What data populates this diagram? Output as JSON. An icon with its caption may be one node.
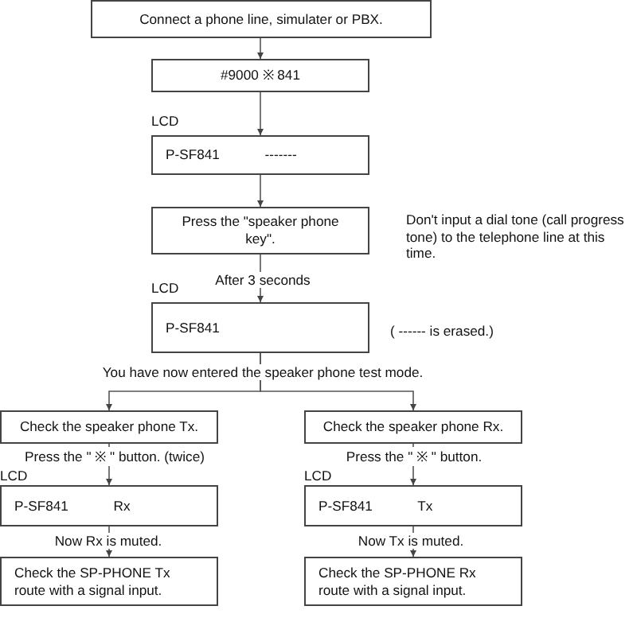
{
  "diagram": {
    "nodes": [
      {
        "text": [
          "Connect a phone line, simulater or PBX."
        ]
      },
      {
        "text": [
          "#9000 ※ 841"
        ]
      },
      {
        "text": [
          "P-SF841 -------"
        ],
        "beside": [
          "LCD"
        ]
      },
      {
        "text": [
          "Press the \"speaker phone key\"."
        ],
        "beside": [
          "Don't input a dial tone (call progress tone) to the telephone line at this time."
        ]
      },
      {
        "text": [
          "P-SF841"
        ],
        "beside": [
          "LCD",
          "( ------ is erased.)"
        ]
      },
      {
        "text": [
          "Check the speaker phone Tx."
        ]
      },
      {
        "text": [
          "Check the speaker phone Rx."
        ]
      },
      {
        "text": [
          "P-SF841 Rx"
        ],
        "beside": [
          "LCD"
        ]
      },
      {
        "text": [
          "P-SF841 Tx"
        ],
        "beside": [
          "LCD"
        ]
      },
      {
        "text": [
          "Check the SP-PHONE Tx route with a signal input."
        ]
      },
      {
        "text": [
          "Check the SP-PHONE Rx route with a signal input."
        ]
      }
    ],
    "edges": [
      {
        "from": 0,
        "to": 1,
        "arrow": "to"
      },
      {
        "from": 1,
        "to": 2,
        "arrow": "to"
      },
      {
        "from": 2,
        "to": 3,
        "arrow": "to"
      },
      {
        "from": 3,
        "to": 4,
        "arrow": "to",
        "label": "After 3 seconds"
      },
      {
        "from": 4,
        "to": 5,
        "arrow": "to",
        "label": "You have now entered the speaker phone test mode."
      },
      {
        "from": 4,
        "to": 6,
        "arrow": "to"
      },
      {
        "from": 5,
        "to": 7,
        "arrow": "to",
        "label": "Press the \" ※ \" button. (twice)"
      },
      {
        "from": 6,
        "to": 8,
        "arrow": "to",
        "label": "Press the \" ※ \" button."
      },
      {
        "from": 7,
        "to": 9,
        "arrow": "to",
        "label": "Now Rx is muted."
      },
      {
        "from": 8,
        "to": 10,
        "arrow": "to",
        "label": "Now Tx is muted."
      }
    ]
  }
}
